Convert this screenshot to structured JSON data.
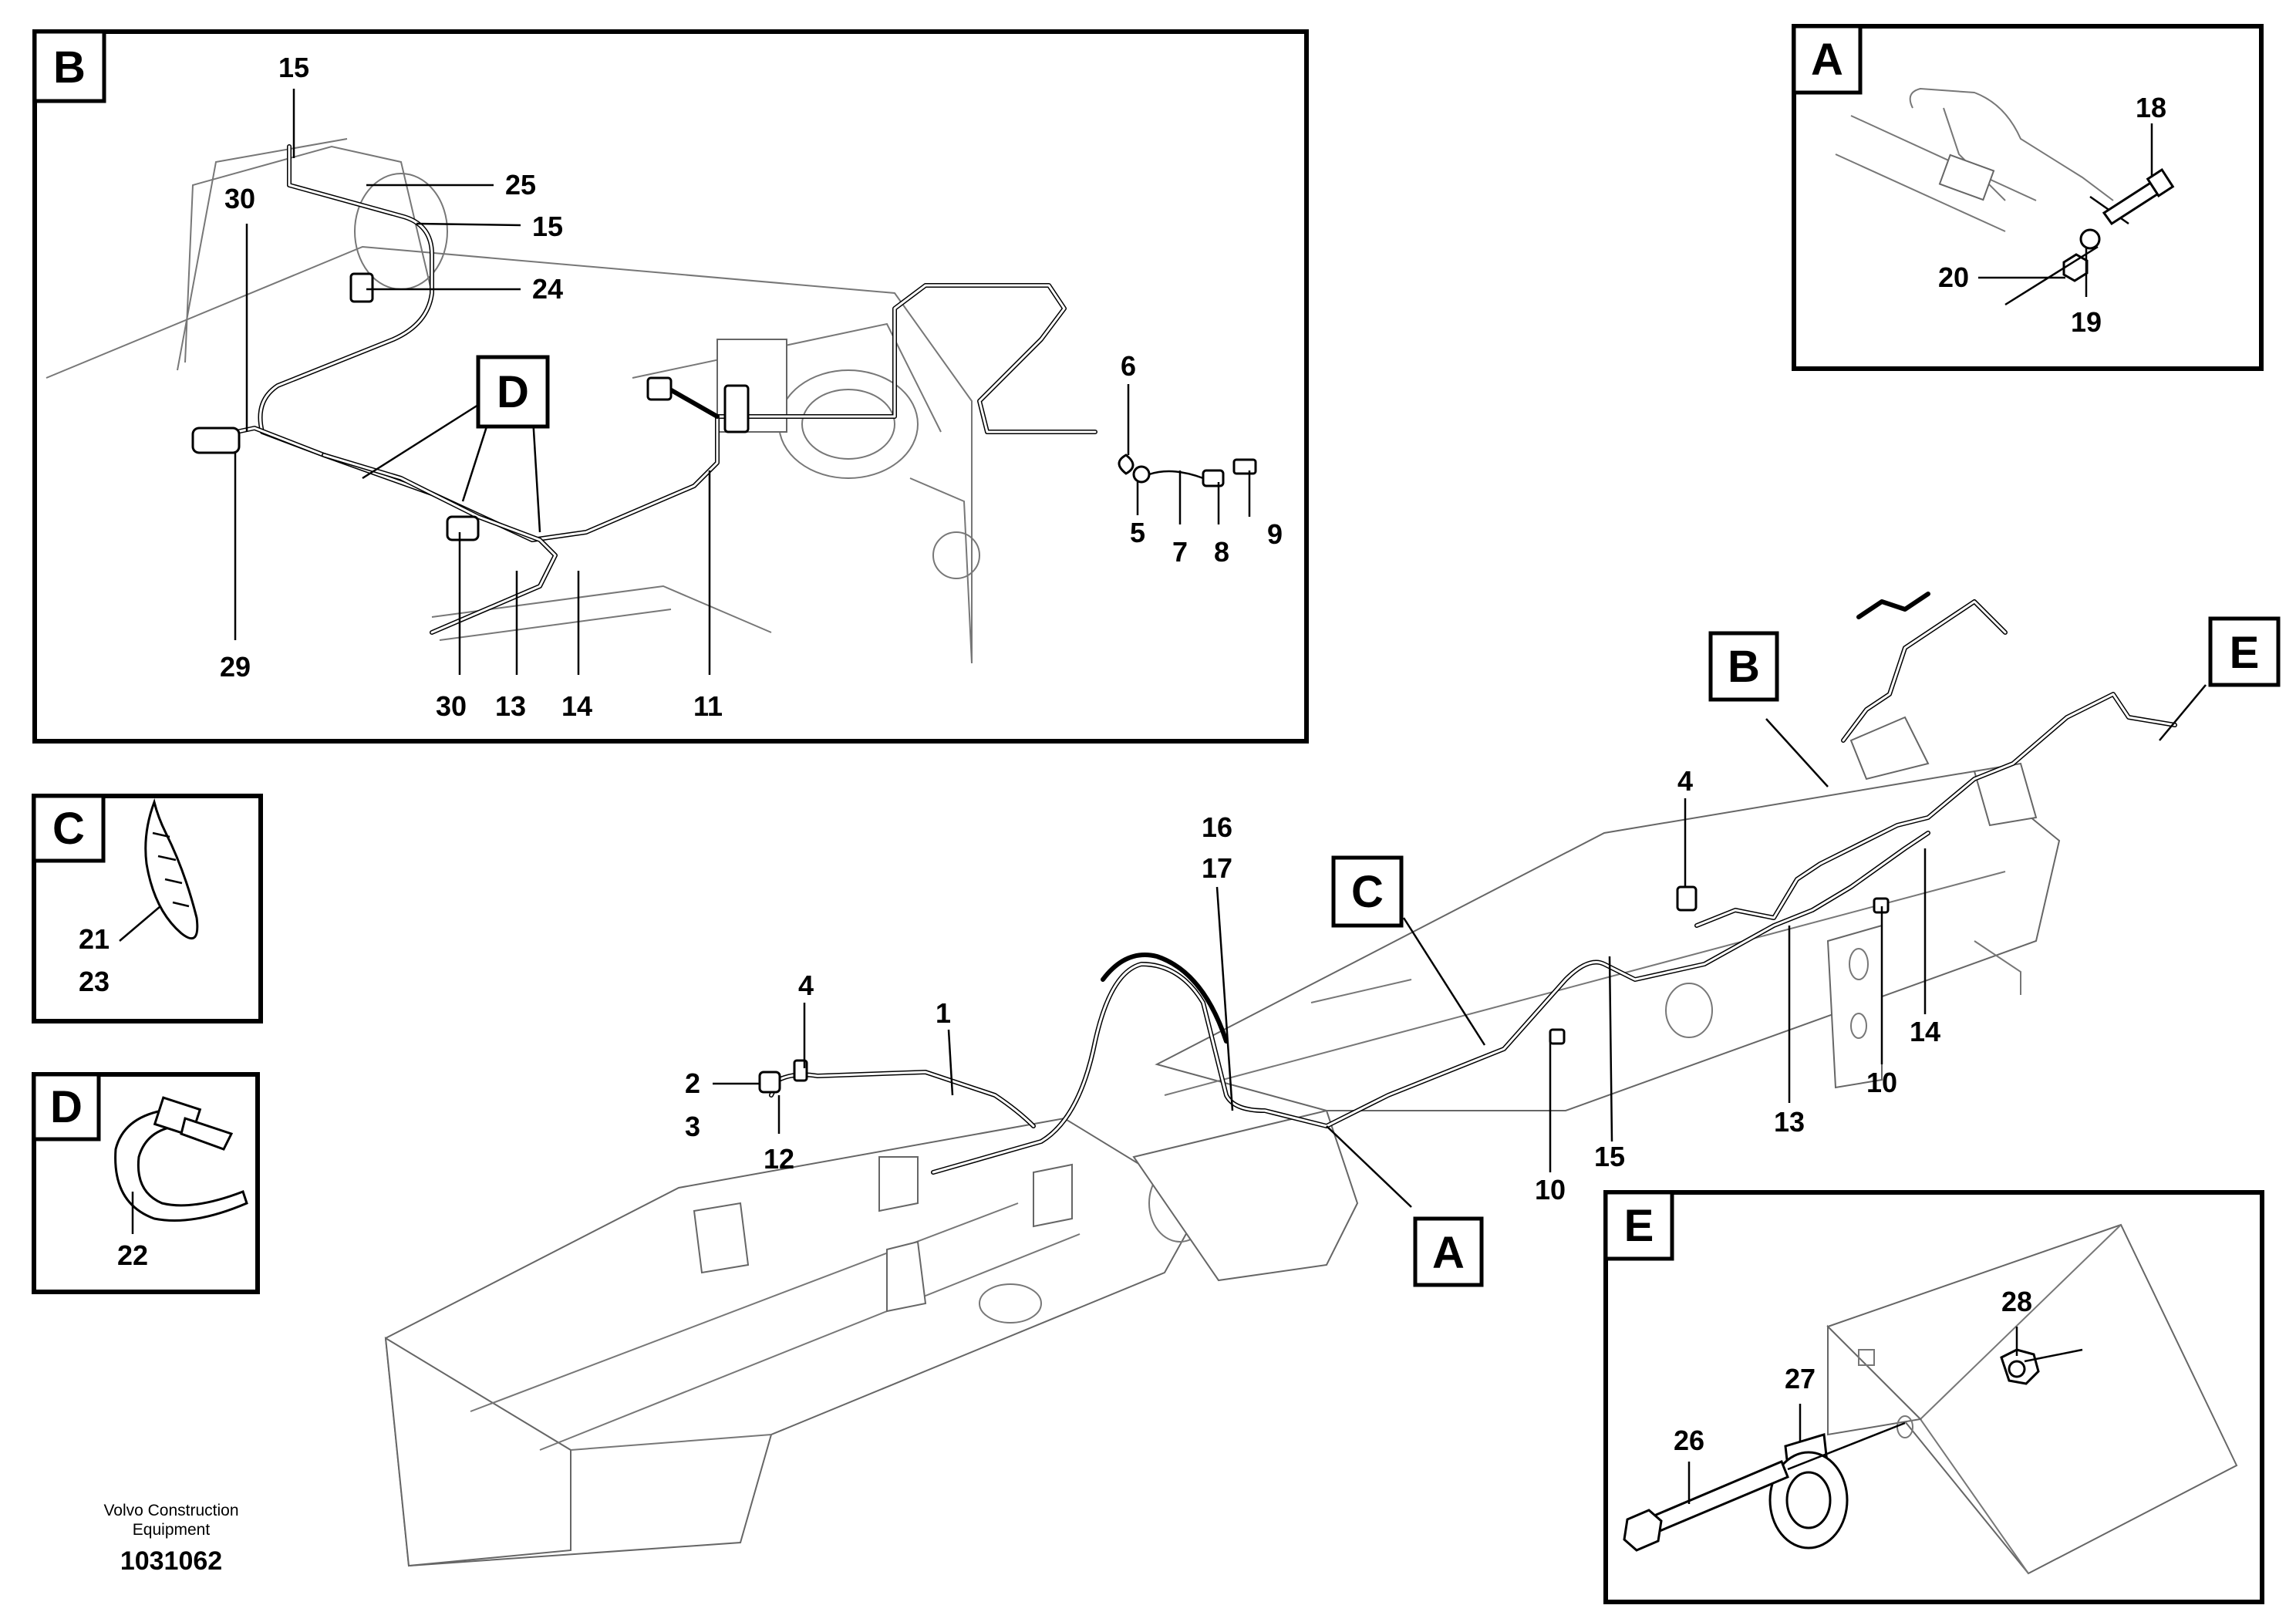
{
  "panels": {
    "B": {
      "letter": "B",
      "callouts": [
        "15",
        "25",
        "15",
        "30",
        "24",
        "6",
        "5",
        "7",
        "8",
        "9",
        "29",
        "30",
        "13",
        "14",
        "11"
      ],
      "detail_tag": "D"
    },
    "A": {
      "letter": "A",
      "callouts": [
        "18",
        "20",
        "19"
      ]
    },
    "C": {
      "letter": "C",
      "callouts": [
        "21",
        "23"
      ]
    },
    "D": {
      "letter": "D",
      "callouts": [
        "22"
      ]
    },
    "E": {
      "letter": "E",
      "callouts": [
        "28",
        "27",
        "26"
      ]
    }
  },
  "main": {
    "callouts": [
      "16",
      "17",
      "4",
      "1",
      "2",
      "3",
      "12",
      "4",
      "15",
      "10",
      "10",
      "13",
      "14"
    ],
    "tags": [
      "C",
      "B",
      "E",
      "A"
    ]
  },
  "footer": {
    "credit_line1": "Volvo Construction",
    "credit_line2": "Equipment",
    "doc_number": "1031062"
  },
  "colors": {
    "line": "#000000",
    "sketch": "#777777",
    "background": "#ffffff"
  }
}
